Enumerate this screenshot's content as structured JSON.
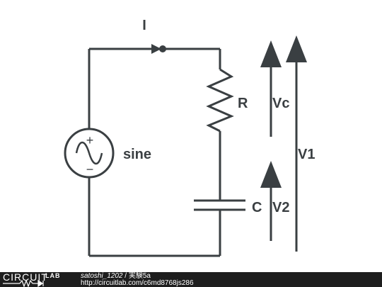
{
  "labels": {
    "current": "I",
    "resistor": "R",
    "source": "sine",
    "capacitor": "C",
    "v_c": "Vc",
    "v_1": "V1",
    "v_2": "V2",
    "source_plus": "+",
    "source_minus": "−"
  },
  "footer": {
    "logo_top": "CIRCUIT",
    "logo_bottom": "LAB",
    "user": "satoshi_1202",
    "separator": " / ",
    "circuit_name": "実験5a",
    "url": "http://circuitlab.com/c6md8768js286"
  },
  "colors": {
    "wire": "#3a3f42",
    "footer_bg": "#1e1e1e"
  }
}
